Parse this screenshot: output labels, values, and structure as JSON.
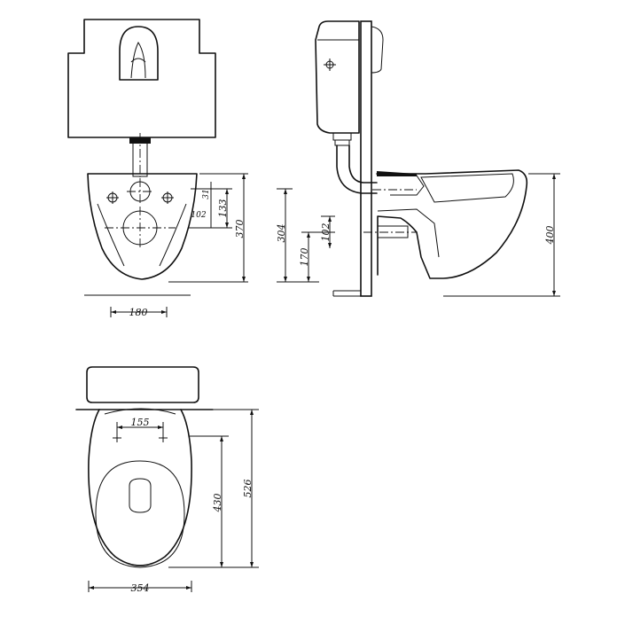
{
  "dimensions": {
    "front_view": {
      "bowl_width": "180",
      "inlet_offset": "31",
      "fixing_span": "133",
      "outlet_center": "102",
      "total_height": "370"
    },
    "side_view": {
      "rim_height": "304",
      "outlet_height": "170",
      "outlet_width": "102",
      "projection_height": "400"
    },
    "top_view": {
      "fixing_distance": "155",
      "inner_length": "430",
      "total_length": "526",
      "width": "354"
    }
  },
  "colors": {
    "line": "#111111",
    "background": "#ffffff"
  }
}
